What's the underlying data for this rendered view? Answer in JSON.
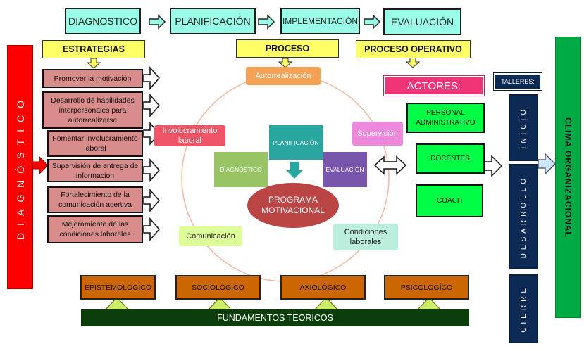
{
  "phases": [
    "DIAGNOSTICO",
    "PLANIFICACIÓN",
    "IMPLEMENTACIÓN",
    "EVALUACIÓN"
  ],
  "headers": {
    "strategies": "ESTRATEGIAS",
    "process": "PROCESO",
    "operative": "PROCESO OPERATIVO"
  },
  "diagnostico_vertical": "DIAGNÓSTICO",
  "strategies": [
    "Promover la motivación",
    "Desarrollo de habilidades interpersonales para autorrealizarse",
    "Fomentar involucramiento laboral",
    "Supervisión de entrega de informacion",
    "Fortalecimiento de la comunicación asertiva",
    "Mejoramiento de las condiciones laborales"
  ],
  "cycle": {
    "top": "Autorrealización",
    "left": "Involucramiento laboral",
    "right": "Supervisión",
    "bottom_left": "Comunicación",
    "bottom_right": "Condiciones laborales",
    "diagnostico": "DIAGNÓSTICO",
    "planificacion": "PLANIFICACIÓN",
    "evaluacion": "EVALUACIÓN",
    "program": "PROGRAMA MOTIVACIONAL"
  },
  "actors": {
    "title": "ACTORES:",
    "items": [
      "PERSONAL ADMINISTRATIVO",
      "DOCENTES",
      "COACH"
    ]
  },
  "talleres": {
    "title": "TALLERES:",
    "stages": [
      "INICIO",
      "DESARROLLO",
      "CIERRE"
    ]
  },
  "clima": "CLIMA ORGANIZACIONAL",
  "fundamentos": {
    "items": [
      "EPISTEMOLOGICO",
      "SOCIOLÓGICO",
      "AXIOLÓGICO",
      "PSICOLOGÍCO"
    ],
    "label": "FUNDAMENTOS TEORICOS"
  },
  "colors": {
    "phase": "#99ffe6",
    "header": "#ffff66",
    "strategy": "#d98c8c",
    "actor": "#00ff44",
    "taller": "#0d2a55",
    "clima": "#00aa44",
    "fundamento": "#cc6600",
    "fundamentos_bar": "#0b3d0b",
    "diagnostico_bar": "#ff0000"
  }
}
